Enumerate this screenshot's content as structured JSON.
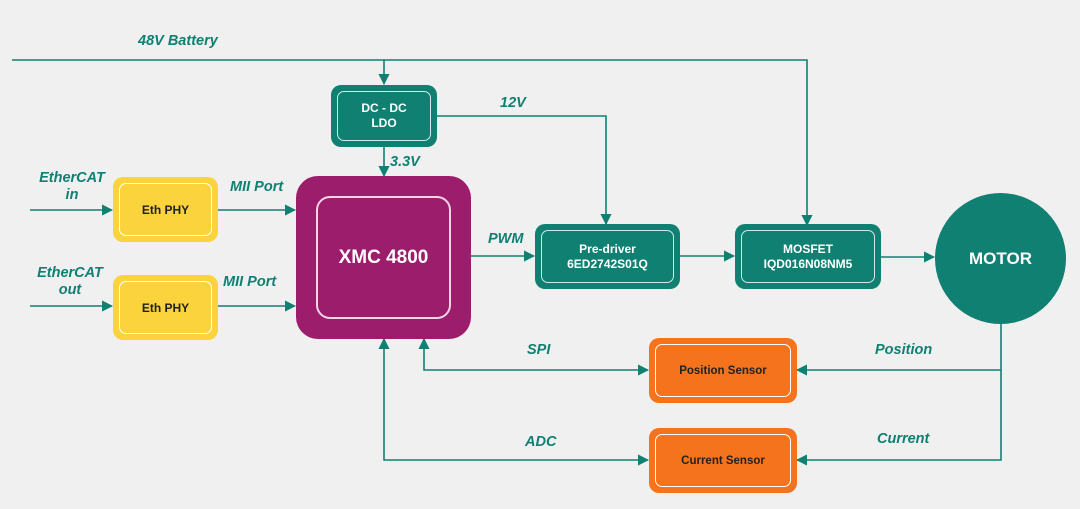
{
  "blocks": {
    "dcdc": {
      "line1": "DC - DC",
      "line2": "LDO"
    },
    "eth_phy_top": "Eth PHY",
    "eth_phy_bottom": "Eth PHY",
    "mcu": "XMC 4800",
    "predriver": {
      "line1": "Pre-driver",
      "line2": "6ED2742S01Q"
    },
    "mosfet": {
      "line1": "MOSFET",
      "line2": "IQD016N08NM5"
    },
    "motor": "MOTOR",
    "position_sensor": "Position Sensor",
    "current_sensor": "Current Sensor"
  },
  "labels": {
    "battery": "48V Battery",
    "v12": "12V",
    "v33": "3.3V",
    "ethercat_in": {
      "line1": "EtherCAT",
      "line2": "in"
    },
    "ethercat_out": {
      "line1": "EtherCAT",
      "line2": "out"
    },
    "mii_top": "MII Port",
    "mii_bottom": "MII Port",
    "pwm": "PWM",
    "spi": "SPI",
    "adc": "ADC",
    "position": "Position",
    "current": "Current"
  },
  "colors": {
    "teal": "#0f8072",
    "magenta": "#9b1d6c",
    "yellow": "#fbd33c",
    "orange": "#f4731c",
    "background": "#f0f0f0"
  }
}
